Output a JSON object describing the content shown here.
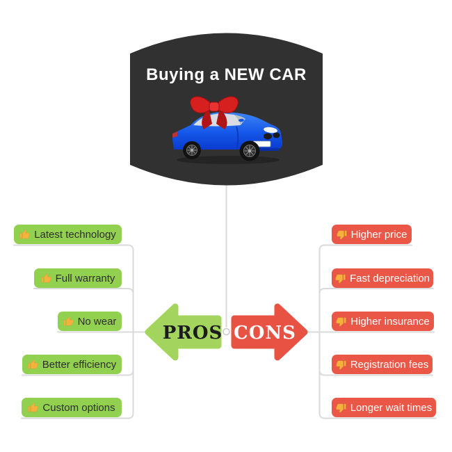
{
  "canvas": {
    "background": "#ffffff",
    "connector_color": "#dadada",
    "junction_dot_fill": "#ffffff",
    "junction_dot_border": "#c9c9c9"
  },
  "root_topic": {
    "title": "Buying a NEW CAR",
    "shape": "cylinder",
    "bg_color": "#313131",
    "text_color": "#ffffff",
    "image": "blue-car-with-red-gift-bow"
  },
  "pros_branch": {
    "arrow_label": "PROS",
    "arrow_color": "#a3d55e",
    "arrow_text_color": "#1b1b1b",
    "direction": "left",
    "item_bg_color": "#92d04f",
    "item_text_color": "#2e2e2e",
    "item_icon": "thumbs-up",
    "items": [
      {
        "label": "Latest technology"
      },
      {
        "label": "Full warranty"
      },
      {
        "label": "No wear"
      },
      {
        "label": "Better efficiency"
      },
      {
        "label": "Custom options"
      }
    ]
  },
  "cons_branch": {
    "arrow_label": "CONS",
    "arrow_color": "#e85243",
    "arrow_text_color": "#ffffff",
    "direction": "right",
    "item_bg_color": "#ea5747",
    "item_text_color": "#ffffff",
    "item_icon": "thumbs-down",
    "items": [
      {
        "label": "Higher price"
      },
      {
        "label": "Fast depreciation"
      },
      {
        "label": "Higher insurance"
      },
      {
        "label": "Registration fees"
      },
      {
        "label": "Longer wait times"
      }
    ]
  },
  "icon_colors": {
    "thumb_fill": "#f4b13e",
    "thumb_outline": "#d89a28"
  }
}
